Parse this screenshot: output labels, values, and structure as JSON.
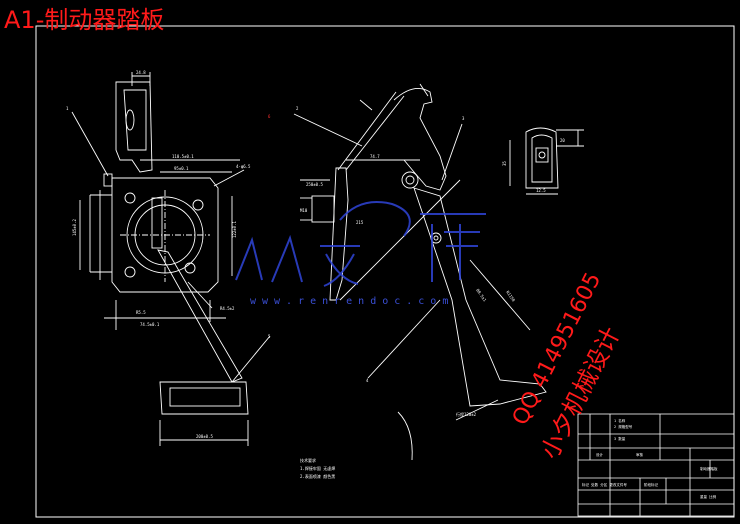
{
  "sheet_title": "A1-制动器踏板",
  "watermark": {
    "qq": "QQ 414951605",
    "name": "小夕机械设计",
    "url": "www.renrendoc.com",
    "logo": "人人文库"
  },
  "colors": {
    "background": "#000000",
    "linework": "#ffffff",
    "title_red": "#ff1a1a",
    "watermark_blue": "#2f45d8"
  },
  "balloons": [
    "1",
    "2",
    "3",
    "4",
    "5",
    "6"
  ]
}
